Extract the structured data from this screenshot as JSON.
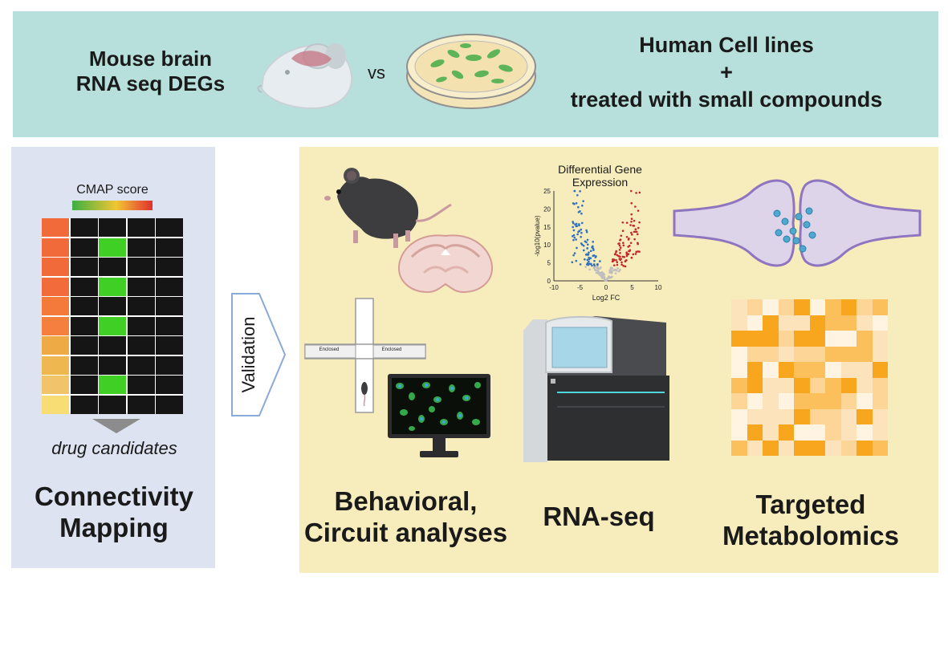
{
  "top": {
    "mouse_title": "Mouse brain\nRNA seq DEGs",
    "vs": "vs",
    "human_line1": "Human Cell lines",
    "human_line2": "+",
    "human_line3": "treated with small compounds"
  },
  "left": {
    "legend_label": "CMAP score",
    "drug_label": "drug candidates",
    "title": "Connectivity\nMapping",
    "score_colors": [
      "#f06a3a",
      "#f06a3a",
      "#f06a3a",
      "#f26b3b",
      "#f47a3a",
      "#f5803d",
      "#edaa45",
      "#eeb74f",
      "#f2c469",
      "#f7dd74"
    ],
    "green_cells": [
      [
        1,
        2
      ],
      [
        3,
        2
      ],
      [
        5,
        2
      ],
      [
        5,
        5
      ],
      [
        8,
        2
      ]
    ]
  },
  "arrow": {
    "label": "Validation"
  },
  "right": {
    "behavior_title": "Behavioral,\nCircuit analyses",
    "rna_title": "RNA-seq",
    "metab_title": "Targeted\nMetabolomics",
    "maze_label_left": "Enclosed",
    "maze_label_right": "Enclosed",
    "volcano_title": "Differential Gene\nExpression",
    "volcano_xlabel": "Log2 FC",
    "volcano_ylabel": "-log10(pvalue)",
    "volcano_xticks": [
      "-10",
      "-5",
      "0",
      "5",
      "10"
    ],
    "volcano_yticks": [
      "0",
      "5",
      "10",
      "15",
      "20",
      "25"
    ]
  }
}
